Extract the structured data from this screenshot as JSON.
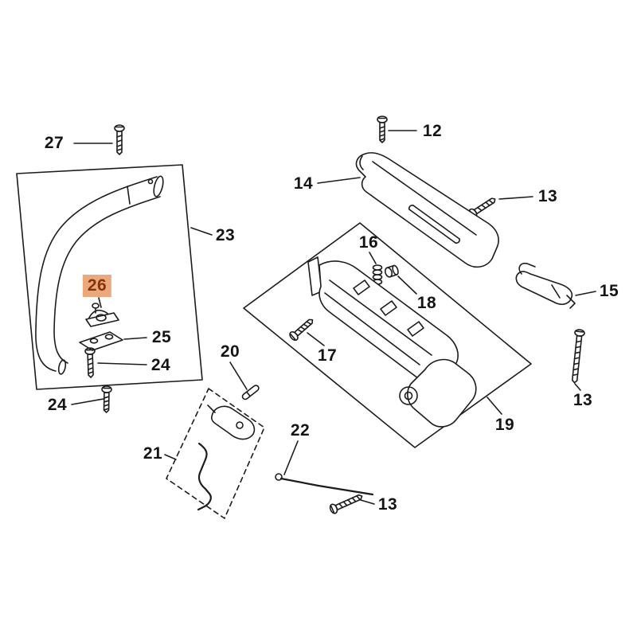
{
  "diagram": {
    "type": "exploded-parts-diagram",
    "background": "#ffffff",
    "line_color": "#1c1c1c",
    "highlight": {
      "bg": "#e9a97d",
      "text": "#8a3208"
    },
    "labels": [
      {
        "part": "27",
        "highlighted": false
      },
      {
        "part": "12",
        "highlighted": false
      },
      {
        "part": "14",
        "highlighted": false
      },
      {
        "part": "13",
        "highlighted": false
      },
      {
        "part": "23",
        "highlighted": false
      },
      {
        "part": "16",
        "highlighted": false
      },
      {
        "part": "26",
        "highlighted": true
      },
      {
        "part": "15",
        "highlighted": false
      },
      {
        "part": "18",
        "highlighted": false
      },
      {
        "part": "25",
        "highlighted": false
      },
      {
        "part": "20",
        "highlighted": false
      },
      {
        "part": "17",
        "highlighted": false
      },
      {
        "part": "24",
        "highlighted": false
      },
      {
        "part": "13",
        "highlighted": false
      },
      {
        "part": "24",
        "highlighted": false
      },
      {
        "part": "19",
        "highlighted": false
      },
      {
        "part": "22",
        "highlighted": false
      },
      {
        "part": "21",
        "highlighted": false
      },
      {
        "part": "13",
        "highlighted": false
      }
    ]
  }
}
